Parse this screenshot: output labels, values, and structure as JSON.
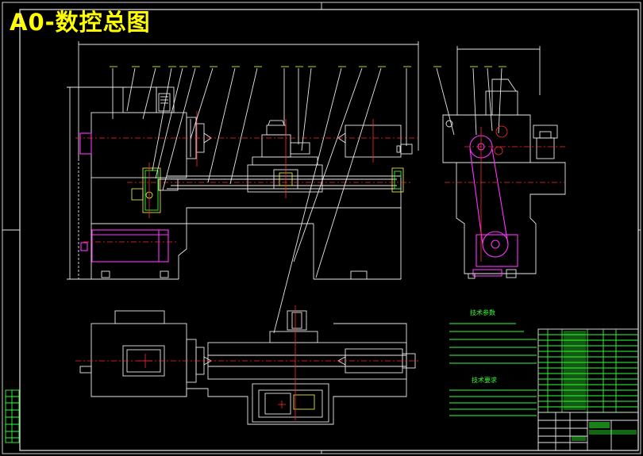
{
  "drawing": {
    "title": "A0-数控总图",
    "tech_params_heading": "技术参数",
    "tech_requirements_heading": "技术要求"
  },
  "colors": {
    "background": "#000000",
    "title": "#ffff00",
    "outline": "#e8e8e8",
    "centerline": "#ff2a2a",
    "annotation": "#33ff33",
    "belt": "#ff33ff",
    "leader_tags": "#ffff33"
  }
}
